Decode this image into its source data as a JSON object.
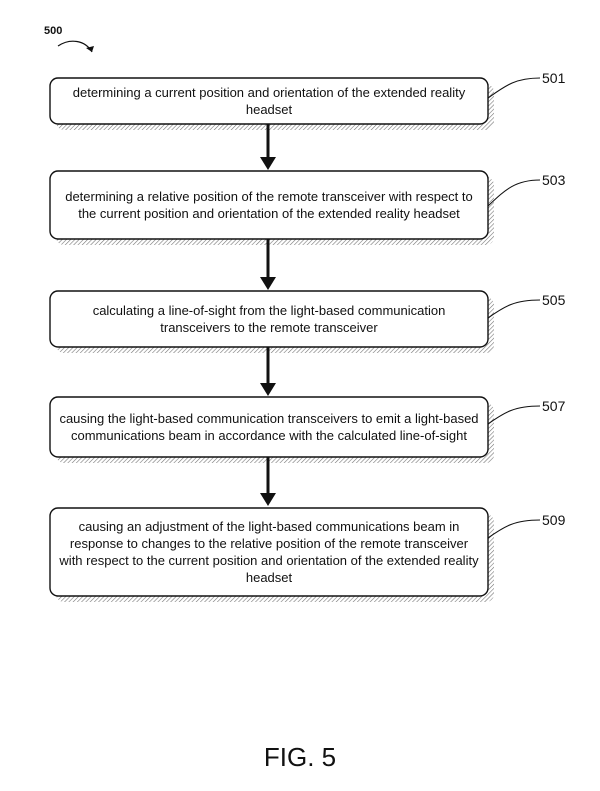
{
  "figure": {
    "reference": "500",
    "caption": "FIG. 5"
  },
  "steps": [
    {
      "ref": "501",
      "text": "determining a current position and orientation of the extended reality headset"
    },
    {
      "ref": "503",
      "text": "determining a relative position of the remote transceiver with respect to the current position and orientation of the extended reality headset"
    },
    {
      "ref": "505",
      "text": "calculating a line-of-sight from the light-based communication transceivers to the remote transceiver"
    },
    {
      "ref": "507",
      "text": "causing the light-based communication transceivers to emit a light-based communications beam in accordance with the calculated line-of-sight"
    },
    {
      "ref": "509",
      "text": "causing an adjustment of the light-based communications beam in response to changes to the relative position of the remote transceiver with respect to the current position and orientation of the extended reality headset"
    }
  ]
}
